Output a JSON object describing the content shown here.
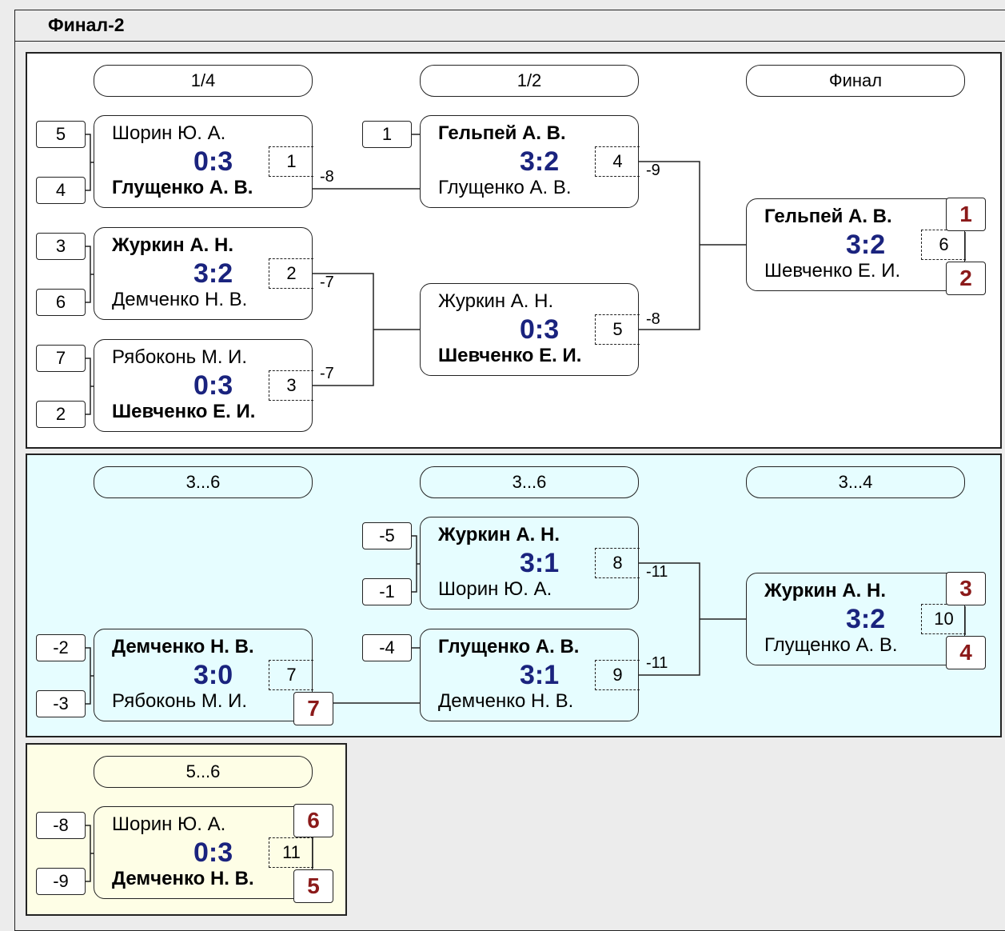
{
  "header": {
    "title": "Финал-2"
  },
  "main": {
    "rounds": [
      "1/4",
      "1/2",
      "Финал"
    ],
    "seeds": [
      "5",
      "4",
      "3",
      "6",
      "7",
      "2",
      "1"
    ],
    "matches": [
      {
        "p1": "Шорин Ю. А.",
        "p2": "Глущенко А. В.",
        "score": "0:3",
        "num": "1",
        "diff": "-8"
      },
      {
        "p1": "Журкин А. Н.",
        "p2": "Демченко Н. В.",
        "score": "3:2",
        "num": "2",
        "diff": "-7"
      },
      {
        "p1": "Рябоконь М. И.",
        "p2": "Шевченко Е. И.",
        "score": "0:3",
        "num": "3",
        "diff": "-7"
      },
      {
        "p1": "Гельпей А. В.",
        "p2": "Глущенко А. В.",
        "score": "3:2",
        "num": "4",
        "diff": "-9"
      },
      {
        "p1": "Журкин А. Н.",
        "p2": "Шевченко Е. И.",
        "score": "0:3",
        "num": "5",
        "diff": "-8"
      },
      {
        "p1": "Гельпей А. В.",
        "p2": "Шевченко Е. И.",
        "score": "3:2",
        "num": "6",
        "place1": "1",
        "place2": "2"
      }
    ]
  },
  "consolation": {
    "rounds": [
      "3...6",
      "3...6",
      "3...4"
    ],
    "seeds": [
      "-5",
      "-1",
      "-2",
      "-3",
      "-4"
    ],
    "matches": [
      {
        "p1": "Журкин А. Н.",
        "p2": "Шорин Ю. А.",
        "score": "3:1",
        "num": "8",
        "diff": "-11"
      },
      {
        "p1": "Демченко Н. В.",
        "p2": "Рябоконь М. И.",
        "score": "3:0",
        "num": "7",
        "place2": "7"
      },
      {
        "p1": "Глущенко А. В.",
        "p2": "Демченко Н. В.",
        "score": "3:1",
        "num": "9",
        "diff": "-11"
      },
      {
        "p1": "Журкин А. Н.",
        "p2": "Глущенко А. В.",
        "score": "3:2",
        "num": "10",
        "place1": "3",
        "place2": "4"
      }
    ]
  },
  "fifth": {
    "round": "5...6",
    "seeds": [
      "-8",
      "-9"
    ],
    "match": {
      "p1": "Шорин Ю. А.",
      "p2": "Демченко Н. В.",
      "score": "0:3",
      "num": "11",
      "place1": "6",
      "place2": "5"
    }
  },
  "colors": {
    "score": "#1a237e",
    "place": "#8b1a1a",
    "consolation_bg": "#e6fdff",
    "fifth_bg": "#fefee6",
    "main_bg": "#ffffff"
  }
}
